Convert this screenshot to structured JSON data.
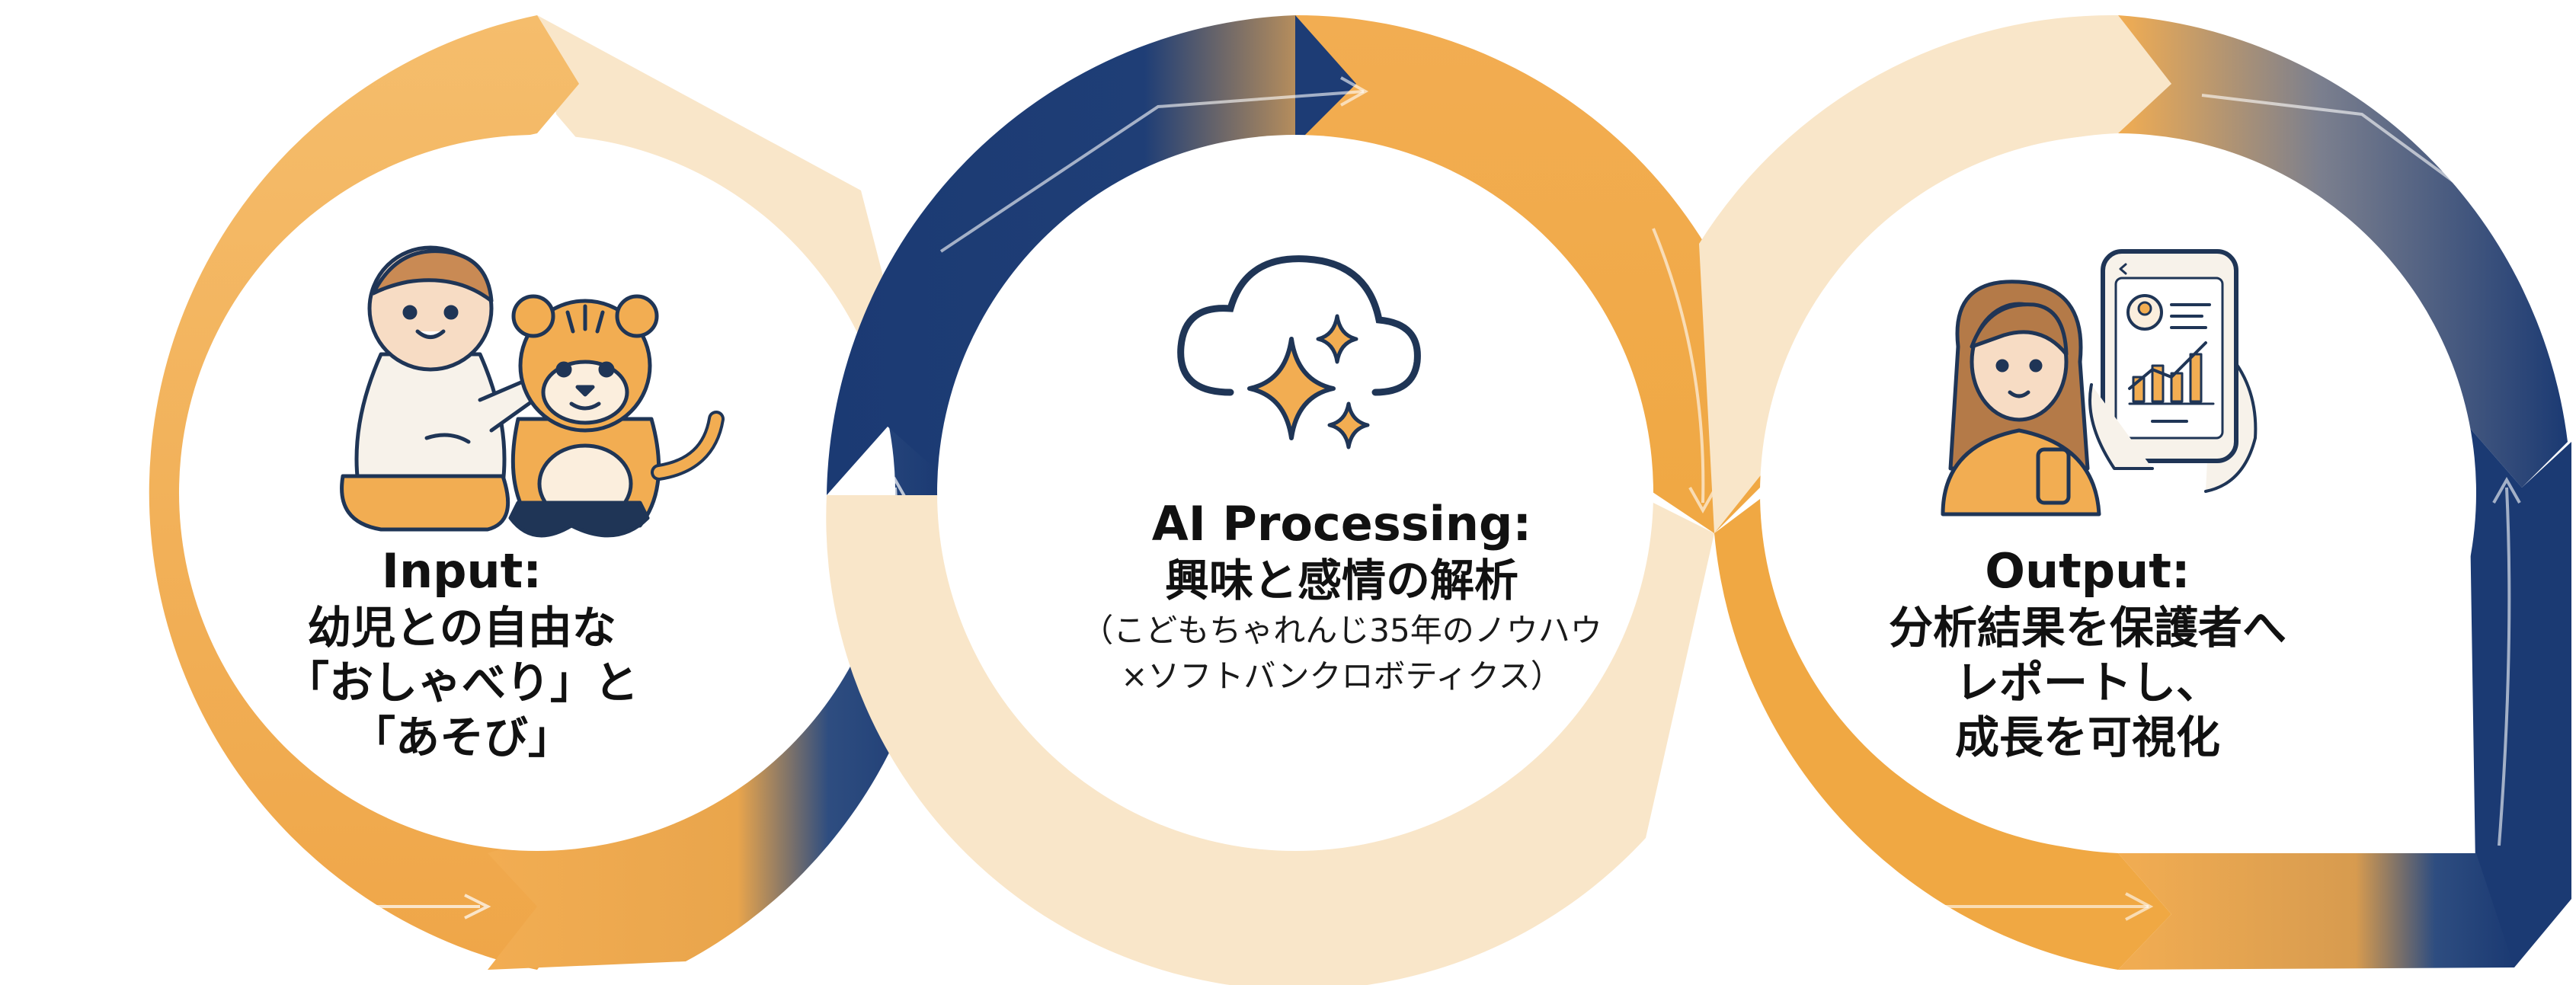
{
  "colors": {
    "orange": "#f2ad52",
    "navy": "#1b3a73",
    "cream": "#f9e6c9",
    "ink": "#1f3556",
    "accent": "#f0a843"
  },
  "steps": [
    {
      "id": "input",
      "title": "Input:",
      "lines": [
        "幼児との自由な",
        "「おしゃべり」と",
        "「あそび」"
      ],
      "icons": [
        "child-icon",
        "tiger-plush-icon"
      ]
    },
    {
      "id": "ai",
      "title": "AI Processing:",
      "lines": [
        "興味と感情の解析"
      ],
      "notes": [
        "（こどもちゃれんじ35年のノウハウ",
        "×ソフトバンクロボティクス）"
      ],
      "icons": [
        "cloud-sparkle-icon"
      ]
    },
    {
      "id": "output",
      "title": "Output:",
      "lines": [
        "分析結果を保護者へ",
        "レポートし、",
        "成長を可視化"
      ],
      "icons": [
        "parent-icon",
        "smartphone-report-icon"
      ]
    }
  ]
}
